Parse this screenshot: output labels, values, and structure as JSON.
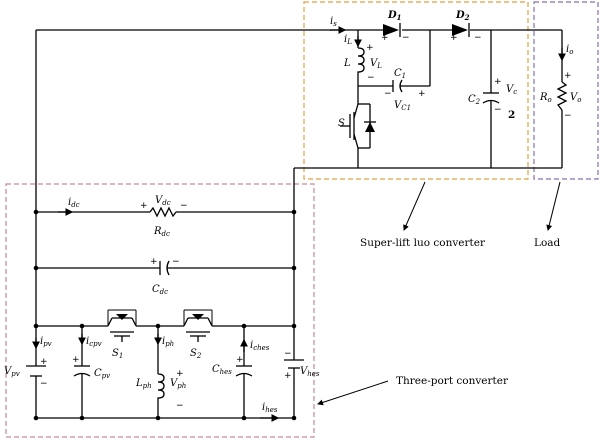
{
  "labels": {
    "is": "i",
    "is_sub": "s",
    "D1": "D",
    "D1_sub": "1",
    "D2": "D",
    "D2_sub": "2",
    "iL": "i",
    "iL_sub": "L",
    "L": "L",
    "VL": "V",
    "VL_sub": "L",
    "C1": "C",
    "C1_sub": "1",
    "VC1": "V",
    "VC1_sub": "C1",
    "S": "S",
    "C2": "C",
    "C2_sub": "2",
    "Vc": "V",
    "Vc_sub": "c",
    "two": "2",
    "io": "i",
    "io_sub": "o",
    "Ro": "R",
    "Ro_sub": "o",
    "Vo": "V",
    "Vo_sub": "o",
    "idc": "i",
    "idc_sub": "dc",
    "Vdc": "V",
    "Vdc_sub": "dc",
    "Rdc": "R",
    "Rdc_sub": "dc",
    "Cdc": "C",
    "Cdc_sub": "dc",
    "ipv": "i",
    "ipv_sub": "pv",
    "Vpv": "V",
    "Vpv_sub": "pv",
    "icpv": "i",
    "icpv_sub": "cpv",
    "Cpv": "C",
    "Cpv_sub": "pv",
    "S1": "S",
    "S1_sub": "1",
    "iph": "i",
    "iph_sub": "ph",
    "Lph": "L",
    "Lph_sub": "ph",
    "Vph": "V",
    "Vph_sub": "ph",
    "S2": "S",
    "S2_sub": "2",
    "iches": "i",
    "iches_sub": "ches",
    "Ches": "C",
    "Ches_sub": "hes",
    "Vhes": "V",
    "Vhes_sub": "hes",
    "ihes": "i",
    "ihes_sub": "hes"
  },
  "captions": {
    "superlift": "Super-lift luo converter",
    "load": "Load",
    "threeport": "Three-port converter"
  },
  "colors": {
    "wire": "#000000",
    "superlift_box": "#e0a040",
    "load_box": "#8a6fb0",
    "threeport_box": "#c9898f"
  }
}
